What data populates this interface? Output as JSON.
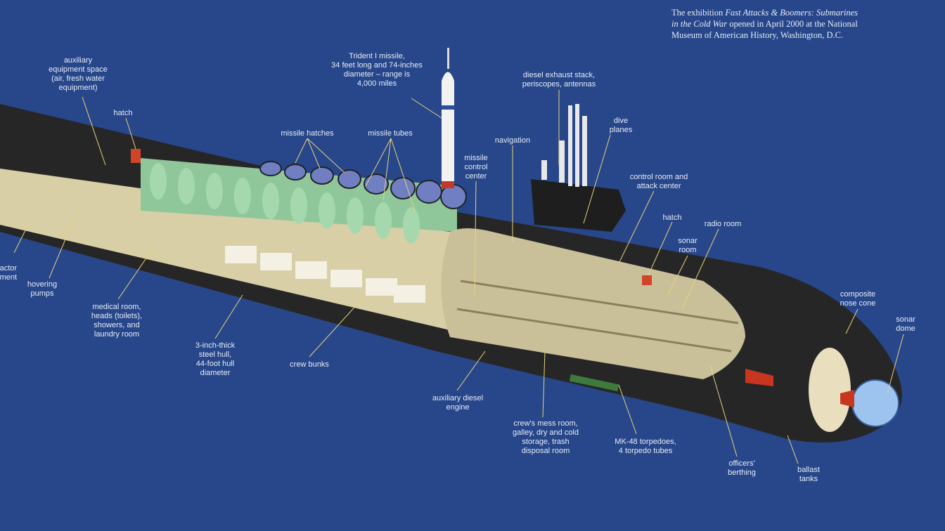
{
  "caption": {
    "line1_prefix": "The exhibition ",
    "line1_italic": "Fast Attacks & Boomers: Submarines",
    "line2_italic": "in the Cold War",
    "line2_suffix": " opened in April 2000 at the National",
    "line3": "Museum of American History, Washington, D.C."
  },
  "labels": {
    "aux_equipment": "auxiliary\nequipment space\n(air, fresh water\nequipment)",
    "hatch_aft": "hatch",
    "trident": "Trident I missile,\n34 feet long and 74-inches\ndiameter – range is\n4,000 miles",
    "diesel_stack": "diesel exhaust stack,\nperiscopes, antennas",
    "dive_planes": "dive\nplanes",
    "missile_hatches": "missile hatches",
    "missile_tubes": "missile tubes",
    "navigation": "navigation",
    "missile_control": "missile\ncontrol\ncenter",
    "control_room": "control room and\nattack center",
    "hatch_fwd": "hatch",
    "radio_room": "radio room",
    "sonar_room": "sonar\nroom",
    "nose_cone": "composite\nnose cone",
    "sonar_dome": "sonar\ndome",
    "reactor": "reactor\ncompartment",
    "hovering_pumps": "hovering\npumps",
    "medical": "medical room,\nheads (toilets),\nshowers, and\nlaundry room",
    "hull": "3-inch-thick\nsteel hull,\n44-foot hull\ndiameter",
    "crew_bunks": "crew bunks",
    "aux_diesel": "auxiliary diesel\nengine",
    "mess": "crew's mess room,\ngalley, dry and cold\nstorage, trash\ndisposal room",
    "torpedoes": "MK-48 torpedoes,\n4 torpedo tubes",
    "officers": "officers'\nberthing",
    "ballast": "ballast\ntanks"
  },
  "colors": {
    "background": "#27478a",
    "hull": "#262626",
    "interior": "#d9cfa6",
    "missile_tubes": "#8fc79a",
    "leader_lines": "#e8d27a"
  }
}
